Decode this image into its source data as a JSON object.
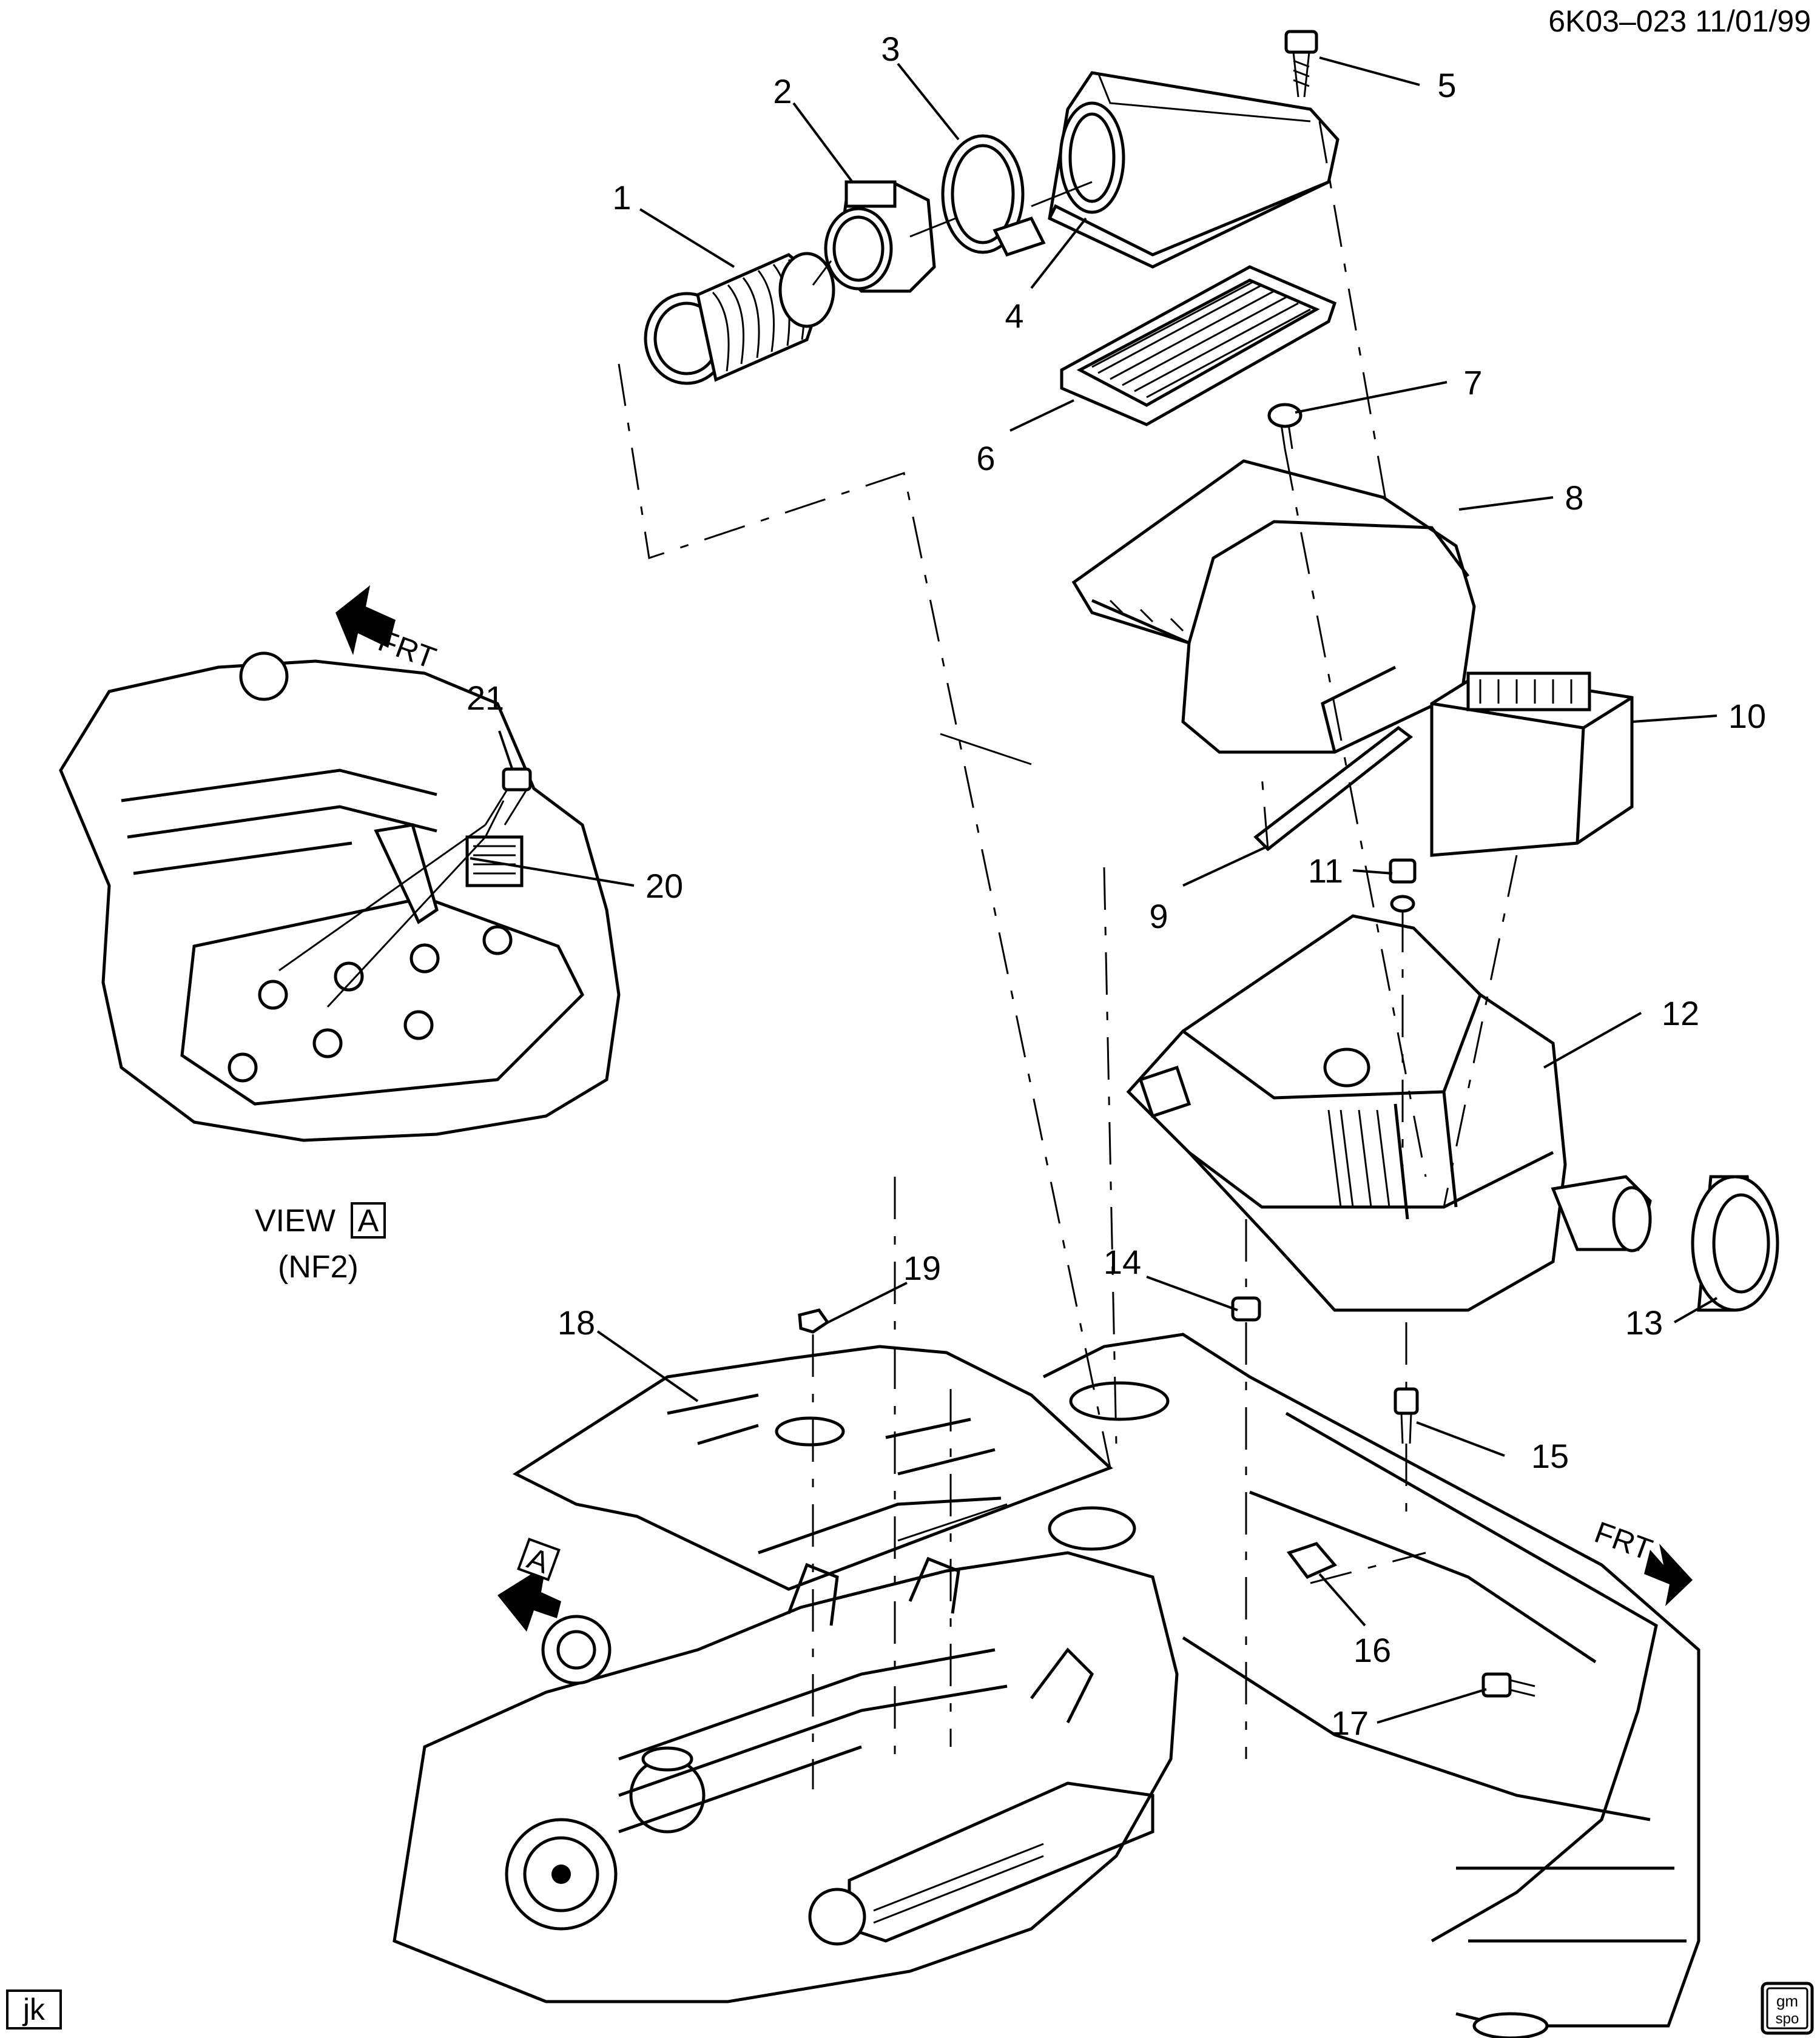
{
  "header": {
    "code": "6K03–023  11/01/99"
  },
  "callouts": [
    "1",
    "2",
    "3",
    "4",
    "5",
    "6",
    "7",
    "8",
    "9",
    "10",
    "11",
    "12",
    "13",
    "14",
    "15",
    "16",
    "17",
    "18",
    "19",
    "20",
    "21"
  ],
  "view_label": {
    "view": "VIEW",
    "letter": "A",
    "option": "(NF2)"
  },
  "arrows": {
    "frt_top": "FRT",
    "frt_right": "FRT",
    "view_marker": "A"
  },
  "footer": {
    "initials": "jk",
    "logo_line1": "gm",
    "logo_line2": "spo"
  }
}
